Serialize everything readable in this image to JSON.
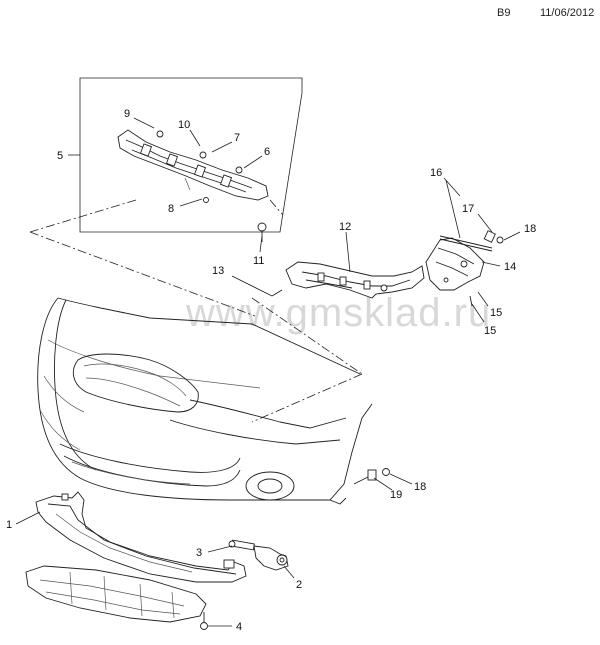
{
  "header": {
    "page_code": "B9",
    "date": "11/06/2012"
  },
  "watermark": "www.gmsklad.ru",
  "callouts": [
    {
      "id": "c1",
      "label": "1"
    },
    {
      "id": "c2",
      "label": "2"
    },
    {
      "id": "c3",
      "label": "3"
    },
    {
      "id": "c4",
      "label": "4"
    },
    {
      "id": "c5",
      "label": "5"
    },
    {
      "id": "c6",
      "label": "6"
    },
    {
      "id": "c7",
      "label": "7"
    },
    {
      "id": "c8",
      "label": "8"
    },
    {
      "id": "c9",
      "label": "9"
    },
    {
      "id": "c10",
      "label": "10"
    },
    {
      "id": "c11",
      "label": "11"
    },
    {
      "id": "c12",
      "label": "12"
    },
    {
      "id": "c13",
      "label": "13"
    },
    {
      "id": "c14",
      "label": "14"
    },
    {
      "id": "c15a",
      "label": "15"
    },
    {
      "id": "c15b",
      "label": "15"
    },
    {
      "id": "c16",
      "label": "16"
    },
    {
      "id": "c17",
      "label": "17"
    },
    {
      "id": "c18a",
      "label": "18"
    },
    {
      "id": "c18b",
      "label": "18"
    },
    {
      "id": "c19",
      "label": "19"
    }
  ]
}
